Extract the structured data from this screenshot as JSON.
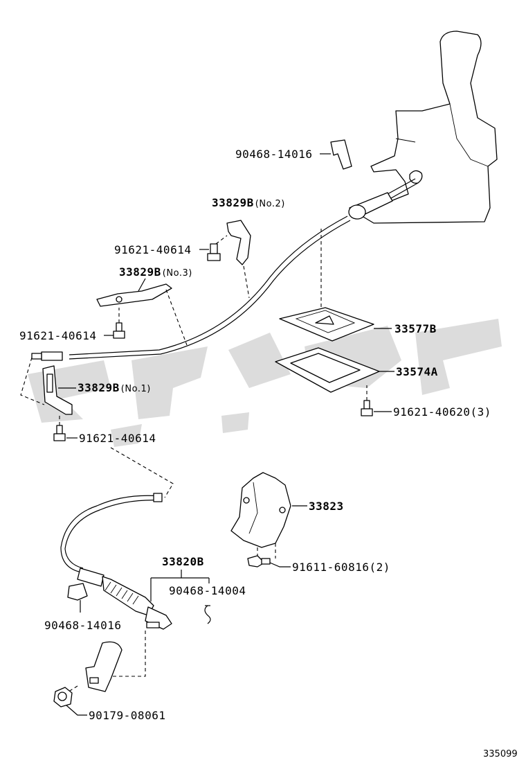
{
  "diagram_ref": "335099",
  "parts": [
    {
      "id": "clip-top",
      "number": "90468-14016",
      "note": ""
    },
    {
      "id": "bracket-no2",
      "number": "33829B",
      "note": "(No.2)"
    },
    {
      "id": "bolt-a",
      "number": "91621-40614",
      "note": ""
    },
    {
      "id": "bracket-no3",
      "number": "33829B",
      "note": "(No.3)"
    },
    {
      "id": "bolt-b",
      "number": "91621-40614",
      "note": ""
    },
    {
      "id": "bracket-no1",
      "number": "33829B",
      "note": "(No.1)"
    },
    {
      "id": "bolt-c",
      "number": "91621-40614",
      "note": ""
    },
    {
      "id": "plate",
      "number": "33577B",
      "note": ""
    },
    {
      "id": "gasket",
      "number": "33574A",
      "note": ""
    },
    {
      "id": "bolt-d",
      "number": "91621-40620",
      "note": "(3)"
    },
    {
      "id": "bracket-33823",
      "number": "33823",
      "note": ""
    },
    {
      "id": "bolt-e",
      "number": "91611-60816",
      "note": "(2)"
    },
    {
      "id": "cable-assy",
      "number": "33820B",
      "note": ""
    },
    {
      "id": "clip-pin",
      "number": "90468-14004",
      "note": ""
    },
    {
      "id": "clip-bottom",
      "number": "90468-14016",
      "note": ""
    },
    {
      "id": "nut",
      "number": "90179-08061",
      "note": ""
    }
  ]
}
